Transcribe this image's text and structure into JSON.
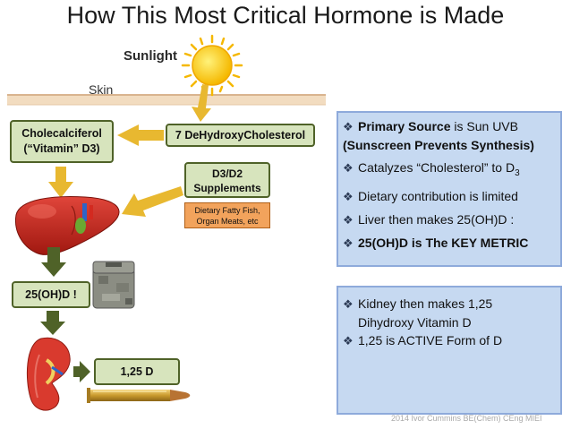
{
  "title": "How This Most Critical Hormone is Made",
  "labels": {
    "sunlight": "Sunlight",
    "skin": "Skin"
  },
  "boxes": {
    "cholecalciferol_line1": "Cholecalciferol",
    "cholecalciferol_line2": "(“Vitamin” D3)",
    "dehydroxy": "7 DeHydroxyCholesterol",
    "supplements_line1": "D3/D2",
    "supplements_line2": "Supplements",
    "dietary_line1": "Dietary Fatty Fish,",
    "dietary_line2": "Organ Meats, etc",
    "oh_d": "25(OH)D !",
    "d125": "1,25 D"
  },
  "panel_top": {
    "primary_bold": "Primary Source",
    "primary_rest": " is Sun UVB",
    "sunscreen": "(Sunscreen Prevents Synthesis)",
    "catalyzes_pre": "Catalyzes “Cholesterol” to D",
    "catalyzes_sub": "3",
    "dietary": "Dietary contribution is limited",
    "liver": "Liver then makes 25(OH)D :",
    "key_metric": "25(OH)D is The KEY METRIC"
  },
  "panel_bottom": {
    "kidney_line1": "Kidney then makes 1,25",
    "kidney_line2": "Dihydroxy Vitamin D",
    "active": "1,25 is ACTIVE Form of D"
  },
  "bullet_glyph": "❖",
  "credit": "2014 Ivor Cummins BE(Chem) CEng MIEI",
  "colors": {
    "box_fill": "#d7e4bd",
    "box_border": "#4f6228",
    "arrow_gold": "#e8b830",
    "arrow_olive": "#4f6228",
    "panel_fill": "#c6d9f1",
    "panel_border": "#8eaadb",
    "diet_fill": "#f2a35c",
    "skin": "#f2dcc0",
    "sun": "#ffcc00",
    "liver": "#c8281e"
  }
}
